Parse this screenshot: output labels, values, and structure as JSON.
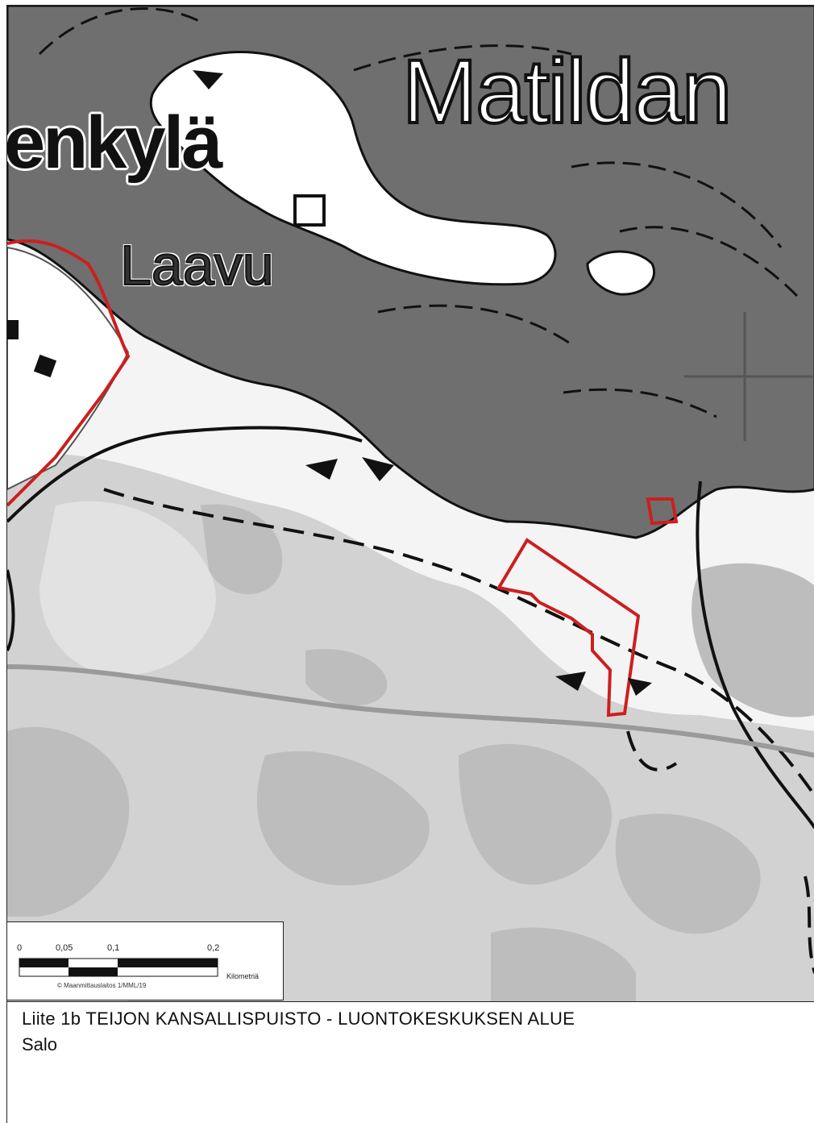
{
  "map": {
    "labels": {
      "enkyla": "enkylä",
      "matildan": "Matildan",
      "laavu": "Laavu"
    },
    "colors": {
      "water": "#6f6f6f",
      "forest_light": "#d2d2d2",
      "forest_mid": "#b4b4b4",
      "boundary": "#cc1f1f"
    }
  },
  "scalebar": {
    "ticks": [
      "0",
      "0,05",
      "0,1",
      "0,2"
    ],
    "unit": "Kilometriä",
    "credit": "© Maanmittauslaitos 1/MML/19"
  },
  "caption": {
    "title": "Liite 1b TEIJON KANSALLISPUISTO - LUONTOKESKUKSEN ALUE",
    "subtitle": "Salo"
  }
}
